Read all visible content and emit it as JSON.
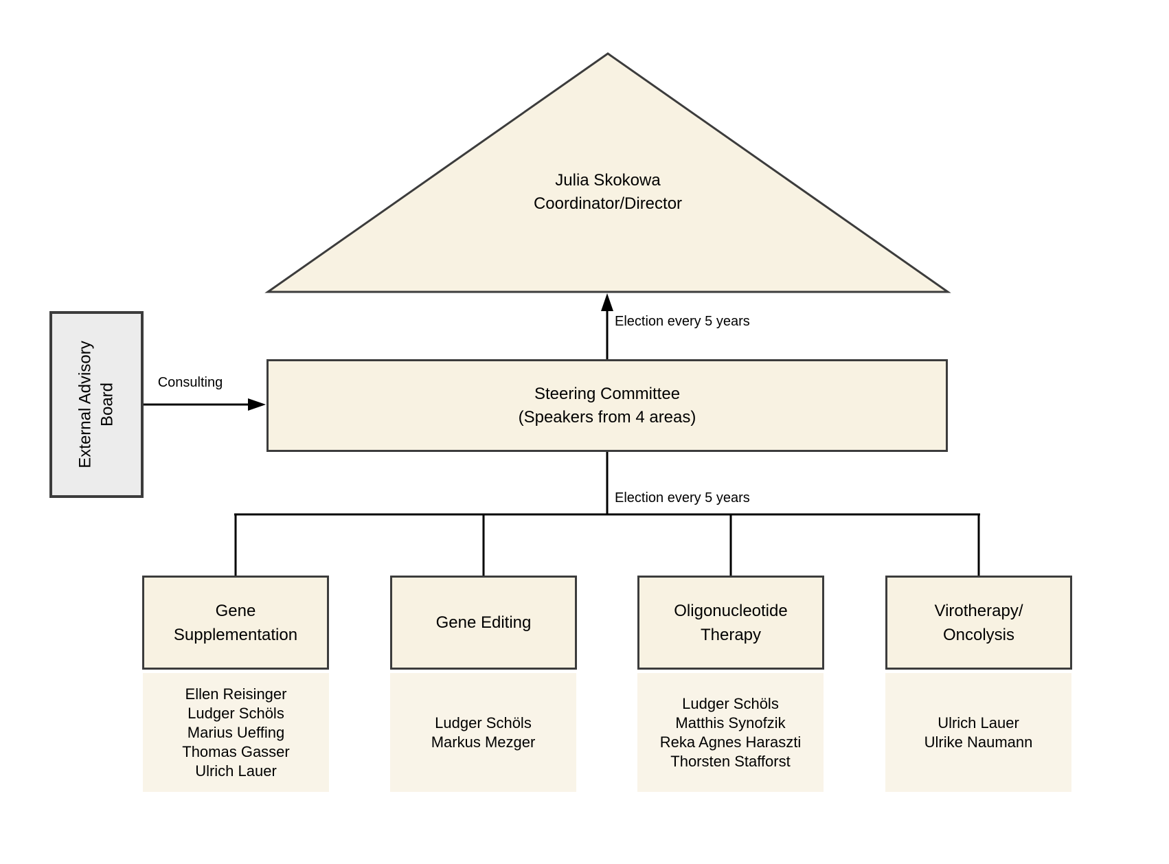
{
  "diagram": {
    "director": {
      "name": "Julia Skokowa",
      "role": "Coordinator/Director"
    },
    "steering_committee": {
      "line1": "Steering Committee",
      "line2": "(Speakers from 4 areas)"
    },
    "advisory_board": {
      "line1": "External Advisory",
      "line2": "Board"
    },
    "edges": {
      "consulting": "Consulting",
      "election_top": "Election every 5 years",
      "election_bottom": "Election every 5 years"
    }
  },
  "areas": [
    {
      "title_line1": "Gene",
      "title_line2": "Supplementation",
      "members": [
        "Ellen Reisinger",
        "Ludger Schöls",
        "Marius Ueffing",
        "Thomas Gasser",
        "Ulrich Lauer"
      ]
    },
    {
      "title_line1": "Gene Editing",
      "title_line2": "",
      "members": [
        "Ludger Schöls",
        "Markus Mezger"
      ]
    },
    {
      "title_line1": "Oligonucleotide",
      "title_line2": "Therapy",
      "members": [
        "Ludger Schöls",
        "Matthis Synofzik",
        "Reka Agnes Haraszti",
        "Thorsten Stafforst"
      ]
    },
    {
      "title_line1": "Virotherapy/",
      "title_line2": "Oncolysis",
      "members": [
        "Ulrich Lauer",
        "Ulrike Naumann"
      ]
    }
  ],
  "colors": {
    "node_fill": "#F8F2E2",
    "panel_fill": "#F9F4E8",
    "node_border": "#3C3C3C",
    "advisory_fill": "#ECECEC",
    "line": "#000000",
    "background": "#FFFFFF"
  }
}
